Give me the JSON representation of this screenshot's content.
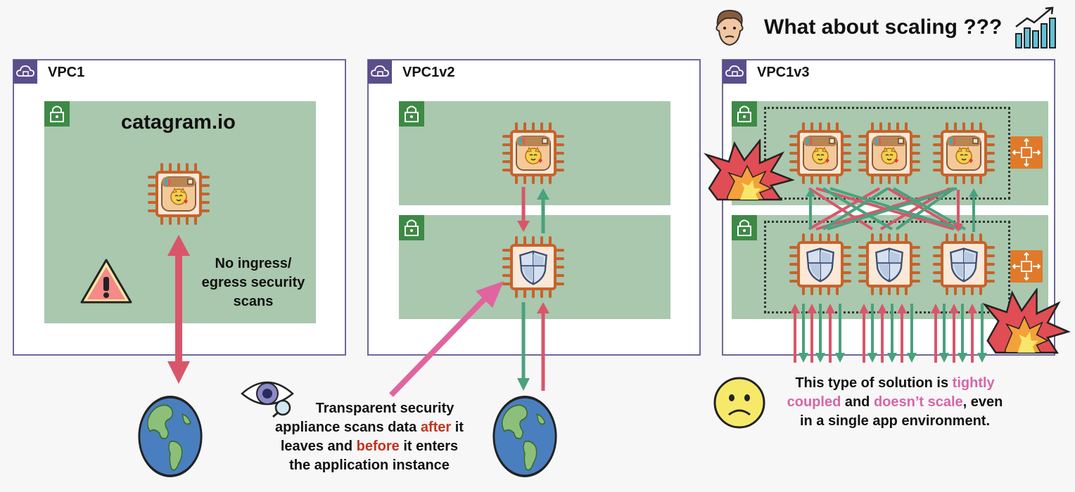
{
  "header": {
    "title": "What about scaling ???"
  },
  "vpcs": [
    {
      "label": "VPC1"
    },
    {
      "label": "VPC1v2"
    },
    {
      "label": "VPC1v3"
    }
  ],
  "vpc1": {
    "app_name": "catagram.io",
    "warning_text_1": "No ingress/",
    "warning_text_2": "egress security",
    "warning_text_3": "scans"
  },
  "vpc2": {
    "caption_line1": "Transparent security",
    "caption_line2_a": "appliance scans data ",
    "caption_line2_b": "after",
    "caption_line2_c": " it",
    "caption_line3_a": "leaves and ",
    "caption_line3_b": "before",
    "caption_line3_c": " it enters",
    "caption_line4": "the application instance"
  },
  "vpc3": {
    "caption_line1_a": "This type of solution is ",
    "caption_line1_b": "tightly",
    "caption_line2_a": "coupled",
    "caption_line2_b": " and ",
    "caption_line2_c": "doesn’t scale",
    "caption_line2_d": ", even",
    "caption_line3": "in a single app environment."
  },
  "colors": {
    "vpc_tag": "#5a4e8c",
    "subnet": "#a9c8ae",
    "lock": "#3d8a45",
    "chip": "#c8622a",
    "arrow_red": "#d9566a",
    "arrow_green": "#4aa17e",
    "arrow_pink": "#e0649f",
    "emphasis_red": "#c3331c",
    "emphasis_pink": "#d765a6",
    "autoscale": "#e07a2a"
  },
  "icons": [
    "cloud-vpc-icon",
    "lock-icon",
    "chip-app-icon",
    "chip-shield-icon",
    "globe-icon",
    "warning-icon",
    "eye-icon",
    "sad-face-icon",
    "person-icon",
    "growth-chart-icon",
    "explosion-icon",
    "autoscaling-icon"
  ]
}
